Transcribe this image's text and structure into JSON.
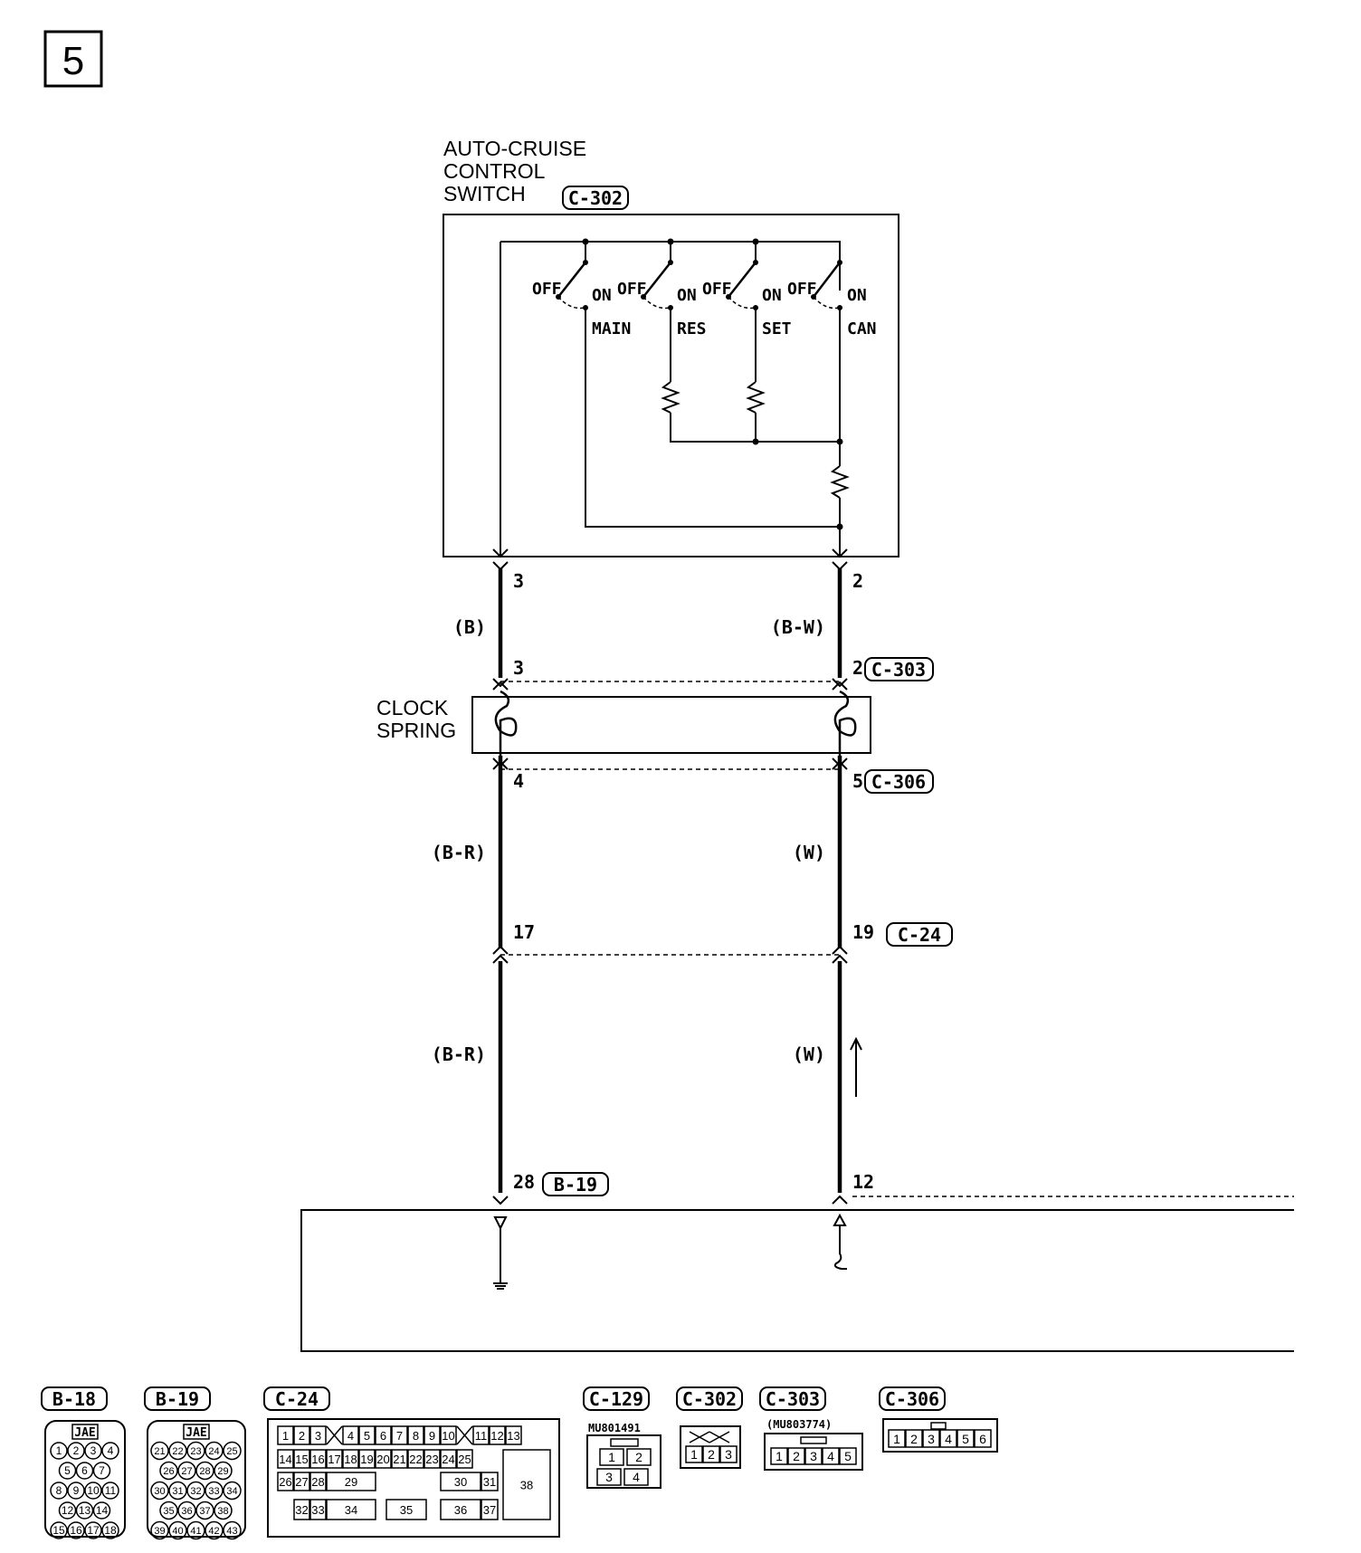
{
  "page_number": "5",
  "switch": {
    "title_lines": [
      "AUTO-CRUISE",
      "CONTROL",
      "SWITCH"
    ],
    "connector": "C-302",
    "contacts": [
      {
        "off": "OFF",
        "on": "ON",
        "name": "MAIN"
      },
      {
        "off": "OFF",
        "on": "ON",
        "name": "RES"
      },
      {
        "off": "OFF",
        "on": "ON",
        "name": "SET"
      },
      {
        "off": "OFF",
        "on": "ON",
        "name": "CAN"
      }
    ]
  },
  "clock_spring": {
    "label_lines": [
      "CLOCK",
      "SPRING"
    ],
    "upper_connector": "C-303",
    "lower_connector": "C-306"
  },
  "wires": {
    "left": {
      "pin_switch": "3",
      "color_1": "(B)",
      "pin_cs_upper": "3",
      "pin_cs_lower": "4",
      "color_2": "(B-R)",
      "pin_c24": "17",
      "color_3": "(B-R)",
      "pin_ecu": "28",
      "ecu_connector": "B-19"
    },
    "right": {
      "pin_switch": "2",
      "color_1": "(B-W)",
      "pin_cs_upper": "2",
      "pin_cs_lower": "5",
      "color_2": "(W)",
      "pin_c24": "19",
      "c24_connector": "C-24",
      "color_3": "(W)",
      "pin_ecu": "12"
    }
  },
  "connector_views": [
    {
      "id": "B-18",
      "maker": "JAE",
      "rows": [
        [
          "1",
          "2",
          "3",
          "4"
        ],
        [
          "5",
          "6",
          "7"
        ],
        [
          "8",
          "9",
          "10",
          "11"
        ],
        [
          "12",
          "13",
          "14"
        ],
        [
          "15",
          "16",
          "17",
          "18"
        ]
      ]
    },
    {
      "id": "B-19",
      "maker": "JAE",
      "rows": [
        [
          "21",
          "22",
          "23",
          "24",
          "25"
        ],
        [
          "26",
          "27",
          "28",
          "29"
        ],
        [
          "30",
          "31",
          "32",
          "33",
          "34"
        ],
        [
          "35",
          "36",
          "37",
          "38"
        ],
        [
          "39",
          "40",
          "41",
          "42",
          "43"
        ]
      ]
    },
    {
      "id": "C-24",
      "cells": [
        "1",
        "2",
        "3",
        "4",
        "5",
        "6",
        "7",
        "8",
        "9",
        "10",
        "11",
        "12",
        "13",
        "14",
        "15",
        "16",
        "17",
        "18",
        "19",
        "20",
        "21",
        "22",
        "23",
        "24",
        "25",
        "26",
        "27",
        "28",
        "29",
        "30",
        "31",
        "32",
        "33",
        "34",
        "35",
        "36",
        "37",
        "38"
      ]
    },
    {
      "id": "C-129",
      "part": "MU801491",
      "pins": [
        "1",
        "2",
        "3",
        "4"
      ]
    },
    {
      "id": "C-302",
      "pins": [
        "1",
        "2",
        "3"
      ]
    },
    {
      "id": "C-303",
      "part": "(MU803774)",
      "pins": [
        "1",
        "2",
        "3",
        "4",
        "5"
      ]
    },
    {
      "id": "C-306",
      "pins": [
        "1",
        "2",
        "3",
        "4",
        "5",
        "6"
      ]
    }
  ]
}
